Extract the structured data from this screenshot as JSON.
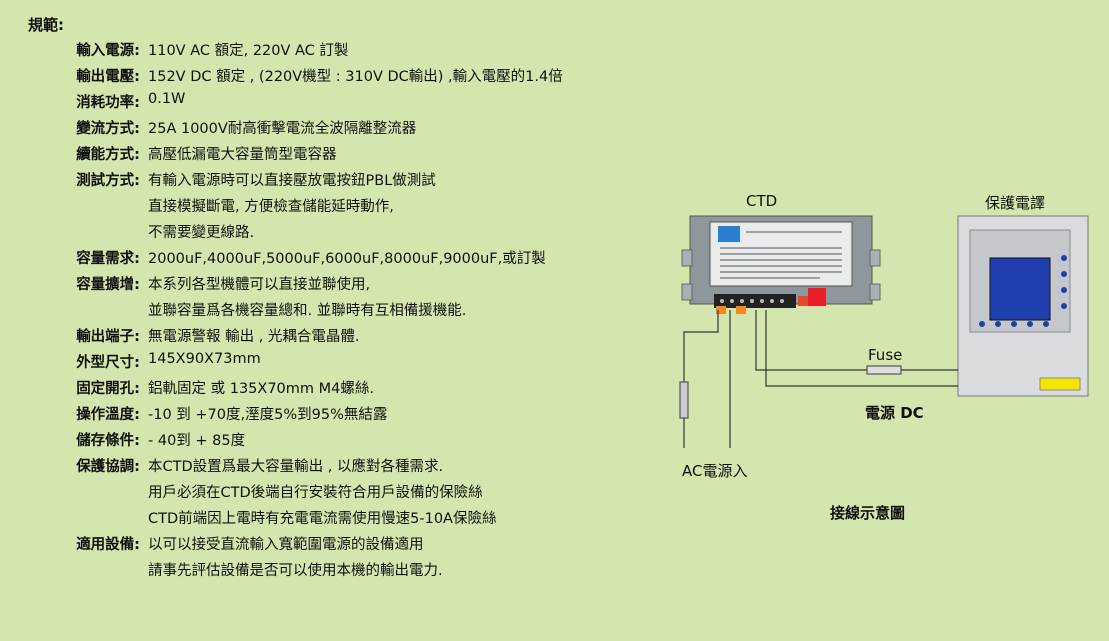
{
  "spec": {
    "title": "規範:",
    "rows": [
      {
        "key": "輸入電源:",
        "value": "110V AC 額定,  220V AC 訂製"
      },
      {
        "key": "輸出電壓:",
        "value": "152V DC 額定 , (220V機型 : 310V DC輸出) ,輸入電壓的1.4倍"
      },
      {
        "key": "消耗功率:",
        "value": "0.1W"
      },
      {
        "key": "變流方式:",
        "value": "25A 1000V耐高衝擊電流全波隔離整流器"
      },
      {
        "key": "續能方式:",
        "value": "高壓低漏電大容量筒型電容器"
      },
      {
        "key": "測試方式:",
        "value": "有輸入電源時可以直接壓放電按鈕PBL做測試"
      },
      {
        "key": "",
        "value": "直接模擬斷電, 方便檢查儲能延時動作,"
      },
      {
        "key": "",
        "value": "不需要變更線路."
      },
      {
        "key": "容量需求:",
        "value": "2000uF,4000uF,5000uF,6000uF,8000uF,9000uF,或訂製"
      },
      {
        "key": "容量擴增:",
        "value": "本系列各型機體可以直接並聯使用,"
      },
      {
        "key": "",
        "value": "並聯容量爲各機容量總和. 並聯時有互相備援機能."
      },
      {
        "key": "輸出端子:",
        "value": "無電源警報 輸出 , 光耦合電晶體."
      },
      {
        "key": "外型尺寸:",
        "value": "145X90X73mm"
      },
      {
        "key": "固定開孔:",
        "value": "鋁軌固定 或 135X70mm M4螺絲."
      },
      {
        "key": "操作溫度:",
        "value": "-10 到 +70度,溼度5%到95%無結露"
      },
      {
        "key": "儲存條件:",
        "value": "- 40到 + 85度"
      },
      {
        "key": "保護協調:",
        "value": "本CTD設置爲最大容量輸出 , 以應對各種需求."
      },
      {
        "key": "",
        "value": "用戶必須在CTD後端自行安裝符合用戶設備的保險絲"
      },
      {
        "key": "",
        "value": "CTD前端因上電時有充電電流需使用慢速5-10A保險絲"
      },
      {
        "key": "適用設備:",
        "value": "以可以接受直流輸入寬範圍電源的設備適用"
      },
      {
        "key": "",
        "value": "請事先評估設備是否可以使用本機的輸出電力."
      }
    ]
  },
  "diagram": {
    "ctd_label": "CTD",
    "device_label": "保護電譯",
    "fuse_label": "Fuse",
    "dc_label": "電源 DC",
    "ac_label": "AC電源入",
    "caption": "接線示意圖",
    "device_screen_color": "#1f3fae",
    "device_indicator_color": "#f5e600"
  }
}
